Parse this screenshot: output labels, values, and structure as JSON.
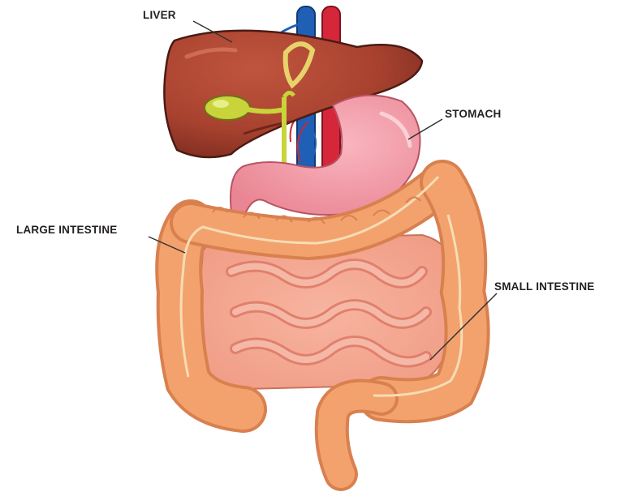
{
  "labels": {
    "liver": "LIVER",
    "stomach": "STOMACH",
    "large_intestine": "LARGE INTESTINE",
    "small_intestine": "SMALL INTESTINE"
  },
  "colors": {
    "liver": "#a8422f",
    "liver_dark": "#6e261c",
    "gallbladder": "#c8d43a",
    "stomach": "#f39aa6",
    "stomach_dark": "#d9707f",
    "large_intestine": "#f3a26e",
    "large_intestine_shadow": "#d9804f",
    "small_intestine": "#f4a48d",
    "small_intestine_dark": "#e0806c",
    "aorta": "#d6263a",
    "vena_cava": "#1f5fb6",
    "bile_duct": "#d8d06a",
    "leader_line": "#333333"
  }
}
